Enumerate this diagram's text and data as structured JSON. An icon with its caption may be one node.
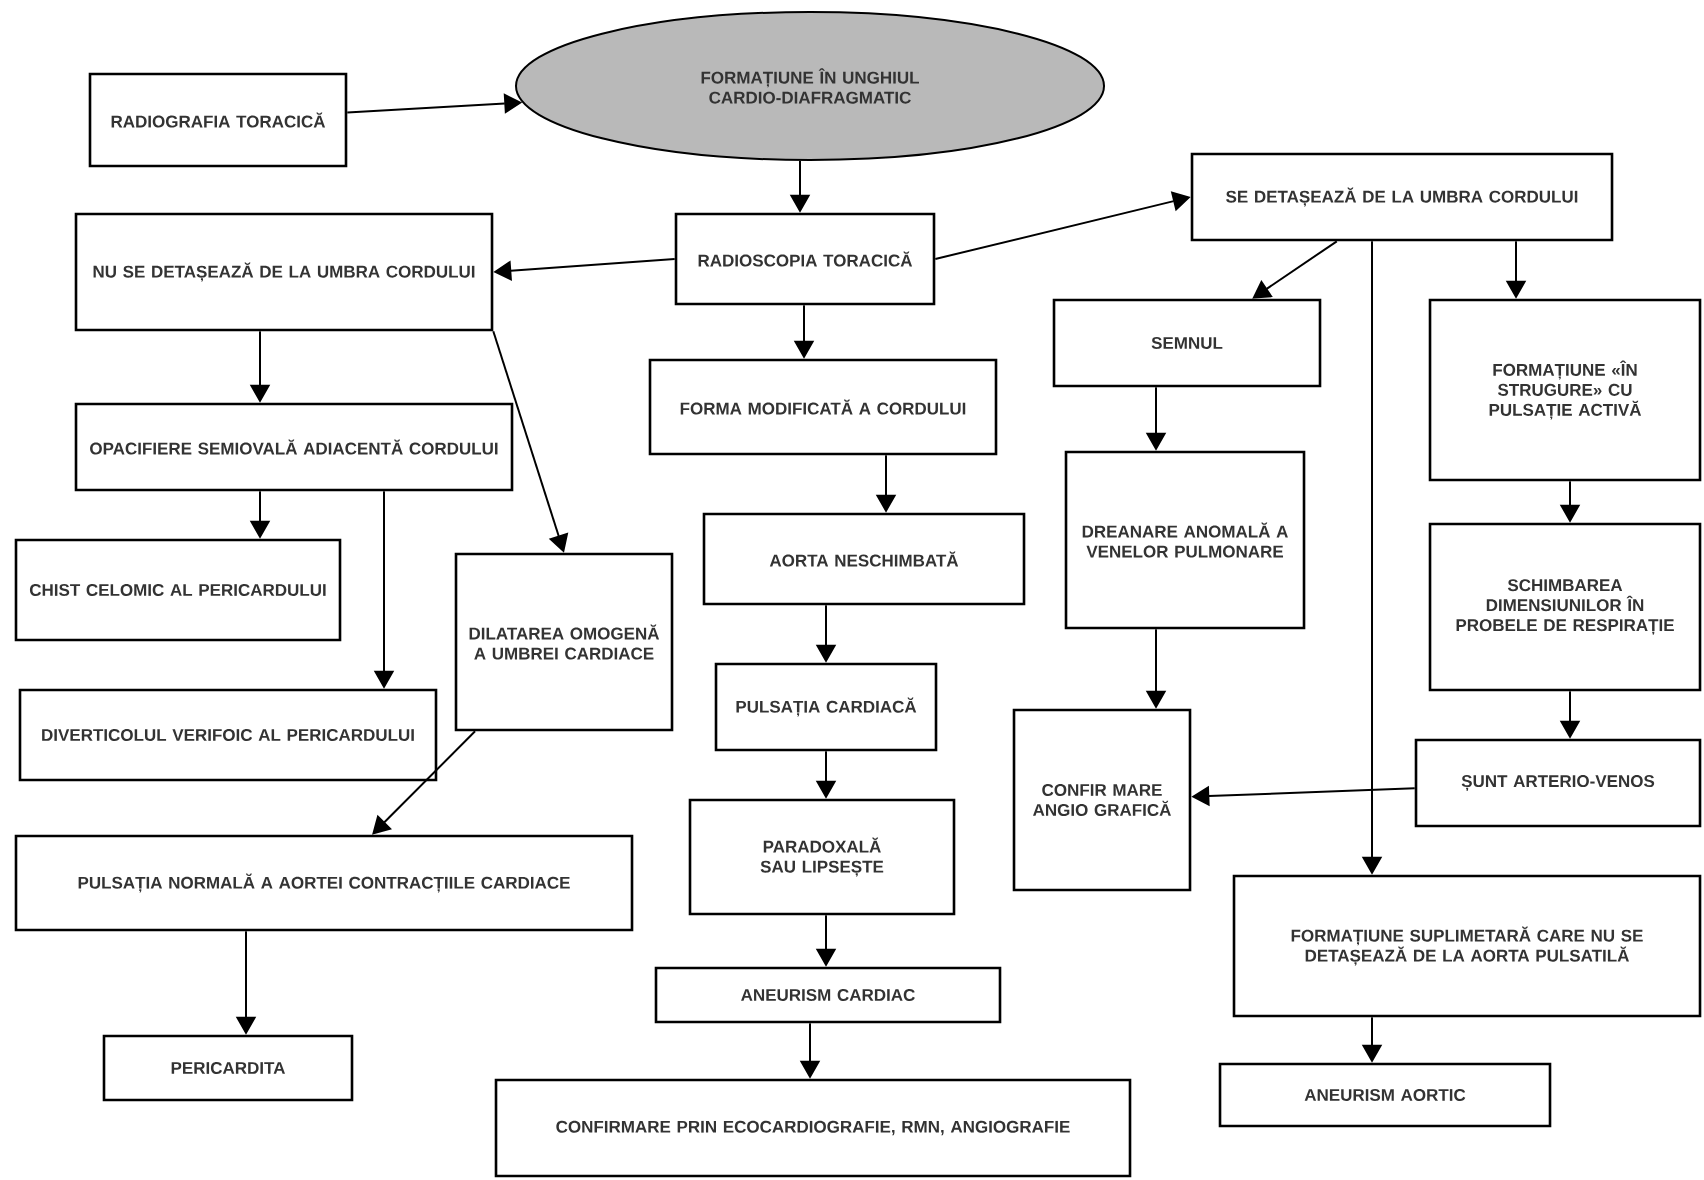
{
  "diagram": {
    "nodes": [
      {
        "text": [
          "FORMAȚIUNE ÎN UNGHIUL CARDIO-DIAFRAGMATIC"
        ]
      },
      {
        "text": [
          "RADIOGRAFIA TORACICĂ"
        ]
      },
      {
        "text": [
          "RADIOSCOPIA TORACICĂ"
        ]
      },
      {
        "text": [
          "NU SE DETAȘEAZĂ DE LA UMBRA CORDULUI"
        ]
      },
      {
        "text": [
          "SE DETAȘEAZĂ DE LA UMBRA CORDULUI"
        ]
      },
      {
        "text": [
          "OPACIFIERE SEMIOVALĂ ADIACENTĂ CORDULUI"
        ]
      },
      {
        "text": [
          "CHIST CELOMIC AL PERICARDULUI"
        ]
      },
      {
        "text": [
          "DIVERTICOLUL VERIFOIC AL PERICARDULUI"
        ]
      },
      {
        "text": [
          "DILATAREA OMOGENĂ A UMBREI CARDIACE"
        ]
      },
      {
        "text": [
          "PULSAȚIA NORMALĂ A AORTEI CONTRACȚIILE CARDIACE"
        ]
      },
      {
        "text": [
          "PERICARDITA"
        ]
      },
      {
        "text": [
          "FORMA MODIFICATĂ A CORDULUI"
        ]
      },
      {
        "text": [
          "AORTA NESCHIMBATĂ"
        ]
      },
      {
        "text": [
          "PULSAȚIA CARDIACĂ"
        ]
      },
      {
        "text": [
          "PARADOXALĂ SAU LIPSEȘTE"
        ]
      },
      {
        "text": [
          "ANEURISM CARDIAC"
        ]
      },
      {
        "text": [
          "CONFIRMARE PRIN ECOCARDIOGRAFIE, RMN, ANGIOGRAFIE"
        ]
      },
      {
        "text": [
          "SEMNUL"
        ]
      },
      {
        "text": [
          "DREANARE ANOMALĂ A VENELOR PULMONARE"
        ]
      },
      {
        "text": [
          "CONFIR MARE ANGIO GRAFICĂ"
        ]
      },
      {
        "text": [
          "FORMAȚIUNE «ÎN STRUGURE» CU PULSAȚIE ACTIVĂ"
        ]
      },
      {
        "text": [
          "SCHIMBAREA DIMENSIUNILOR ÎN PROBELE DE RESPIRAȚIE"
        ]
      },
      {
        "text": [
          "ȘUNT ARTERIO-VENOS"
        ]
      },
      {
        "text": [
          "FORMAȚIUNE SUPLIMETARĂ CARE NU SE DETAȘEAZĂ DE LA AORTA PULSATILĂ"
        ]
      },
      {
        "text": [
          "ANEURISM AORTIC"
        ]
      }
    ],
    "edges": [
      {
        "from": 1,
        "to": 0,
        "arrow": "to"
      },
      {
        "from": 0,
        "to": 2,
        "arrow": "to"
      },
      {
        "from": 2,
        "to": 3,
        "arrow": "to"
      },
      {
        "from": 2,
        "to": 4,
        "arrow": "to"
      },
      {
        "from": 3,
        "to": 5,
        "arrow": "to"
      },
      {
        "from": 3,
        "to": 8,
        "arrow": "to"
      },
      {
        "from": 5,
        "to": 6,
        "arrow": "to"
      },
      {
        "from": 5,
        "to": 7,
        "arrow": "to"
      },
      {
        "from": 8,
        "to": 9,
        "arrow": "to"
      },
      {
        "from": 9,
        "to": 10,
        "arrow": "to"
      },
      {
        "from": 2,
        "to": 11,
        "arrow": "to"
      },
      {
        "from": 11,
        "to": 12,
        "arrow": "to"
      },
      {
        "from": 12,
        "to": 13,
        "arrow": "to"
      },
      {
        "from": 13,
        "to": 14,
        "arrow": "to"
      },
      {
        "from": 14,
        "to": 15,
        "arrow": "to"
      },
      {
        "from": 15,
        "to": 16,
        "arrow": "to"
      },
      {
        "from": 4,
        "to": 17,
        "arrow": "to"
      },
      {
        "from": 17,
        "to": 18,
        "arrow": "to"
      },
      {
        "from": 18,
        "to": 19,
        "arrow": "to"
      },
      {
        "from": 4,
        "to": 20,
        "arrow": "to"
      },
      {
        "from": 20,
        "to": 21,
        "arrow": "to"
      },
      {
        "from": 21,
        "to": 22,
        "arrow": "to"
      },
      {
        "from": 22,
        "to": 19,
        "arrow": "to"
      },
      {
        "from": 4,
        "to": 23,
        "arrow": "to"
      },
      {
        "from": 23,
        "to": 24,
        "arrow": "to"
      }
    ]
  }
}
